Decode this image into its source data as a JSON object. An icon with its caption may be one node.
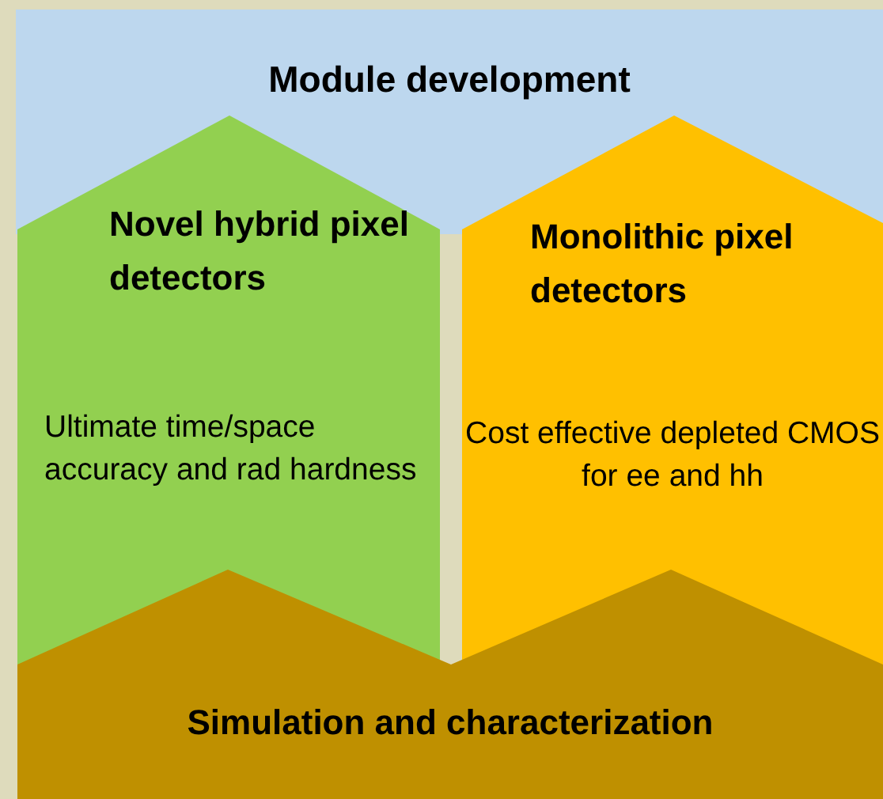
{
  "diagram": {
    "nodes": [
      {
        "text": [
          "Module development"
        ]
      },
      {
        "text": [
          "Novel hybrid pixel detectors",
          "Ultimate time/space accuracy and rad hardness"
        ]
      },
      {
        "text": [
          "Monolithic pixel detectors",
          "Cost effective depleted CMOS for ee and hh"
        ]
      },
      {
        "text": [
          "Simulation and characterization"
        ]
      }
    ]
  }
}
